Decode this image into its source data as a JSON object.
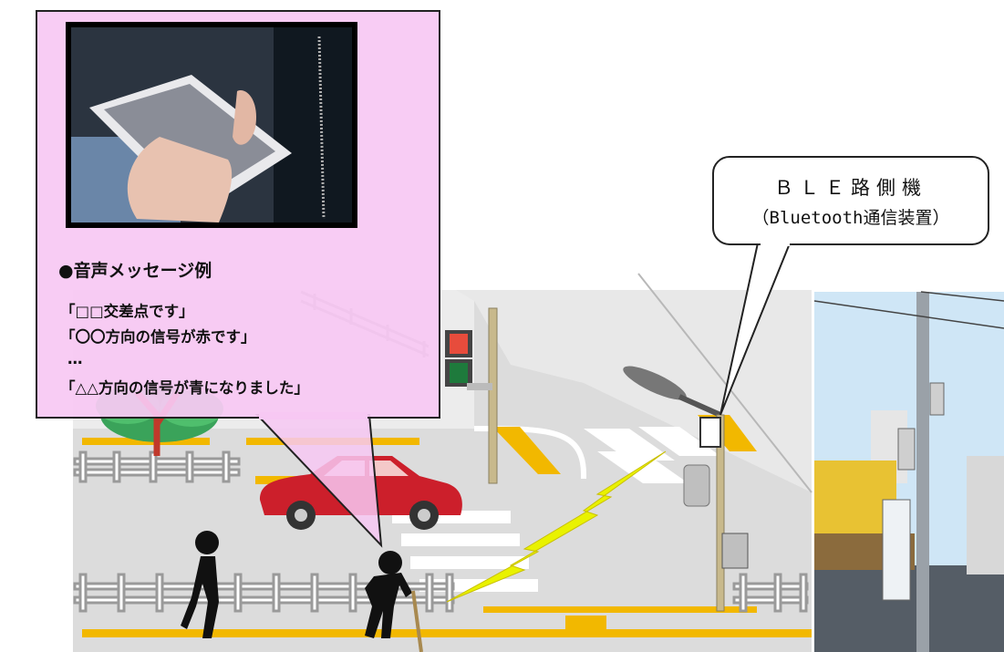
{
  "message_box": {
    "title": "●音声メッセージ例",
    "lines": [
      "「□□交差点です」",
      "「〇〇方向の信号が赤です」",
      "…",
      "「△△方向の信号が青になりました」"
    ]
  },
  "ble_callout": {
    "title": "ＢＬＥ路側機",
    "subtitle": "（Bluetooth通信装置）"
  },
  "colors": {
    "message_bg": "#f7c8f3",
    "tactile_paving": "#f2b800",
    "road": "#dcdcdc",
    "car": "#cc1f2b",
    "signal_wave": "#e9f200"
  },
  "icons": {
    "phone_photo": "smartphone-in-hand-photo",
    "pedestrian_signal": "pedestrian-signal-icon",
    "ble_device": "ble-roadside-unit-icon",
    "tree": "tree-icon"
  }
}
